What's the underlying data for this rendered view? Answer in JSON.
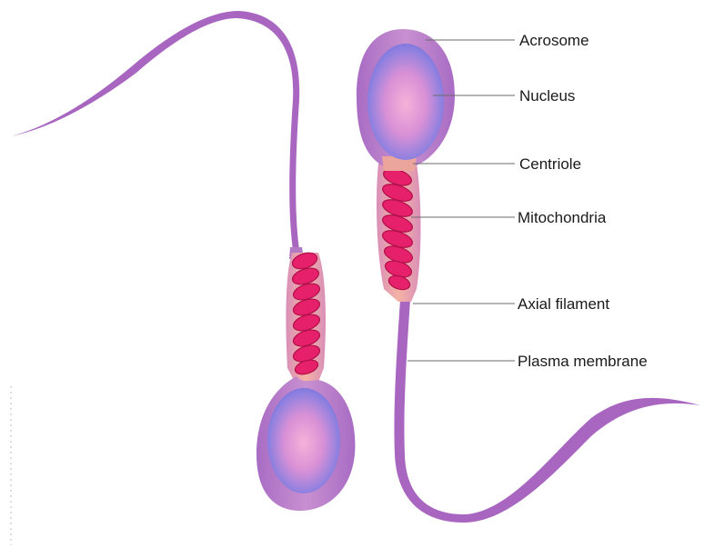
{
  "labels": {
    "acrosome": "Acrosome",
    "nucleus": "Nucleus",
    "centriole": "Centriole",
    "mitochondria": "Mitochondria",
    "axial_filament": "Axial filament",
    "plasma_membrane": "Plasma membrane"
  },
  "colors": {
    "membrane": "#b678c6",
    "membrane_dark": "#9a5cb3",
    "tail": "#a966c0",
    "midpiece": "#f2a8a0",
    "nucleus_edge": "#6a66d8",
    "nucleus_center": "#f1a6d2",
    "mito_fill": "#e6206a",
    "mito_edge": "#b0104a",
    "leader_line": "#6b6b6b"
  }
}
